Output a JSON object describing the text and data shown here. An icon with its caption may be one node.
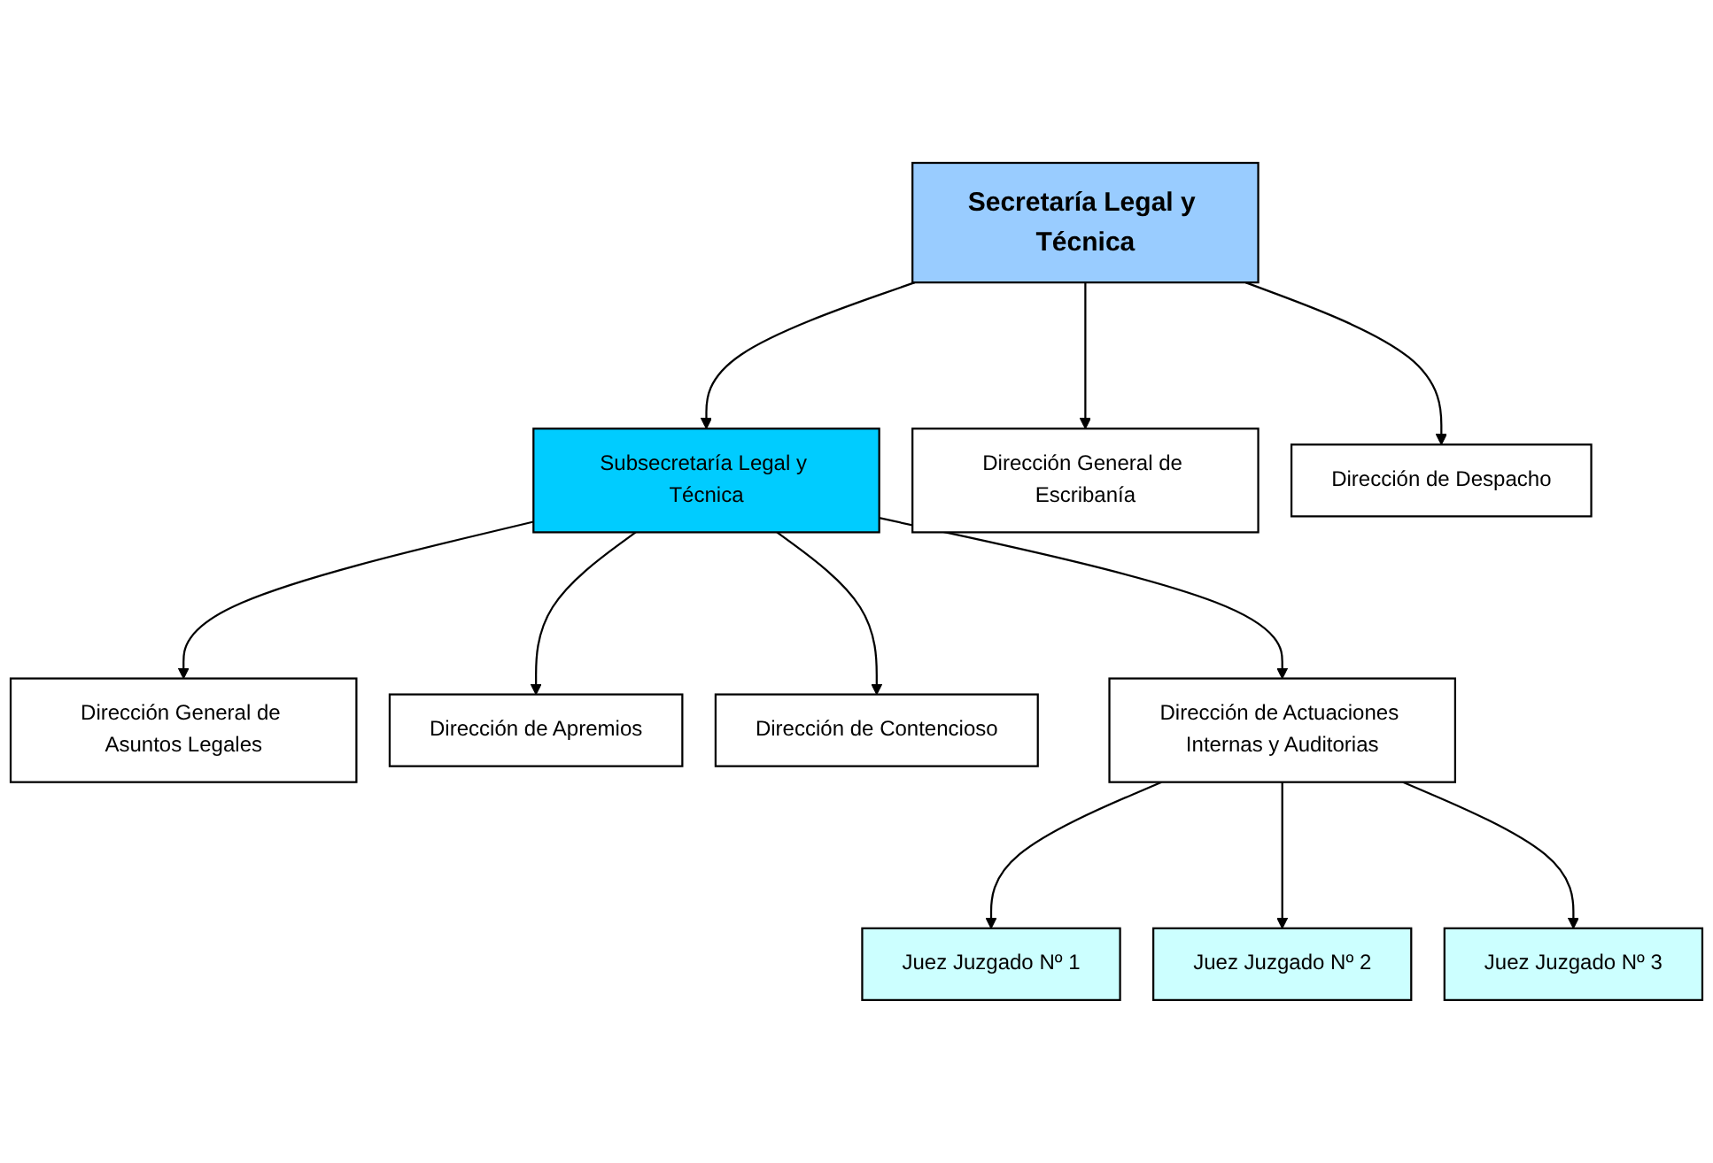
{
  "diagram": {
    "nodes": [
      {
        "text": [
          "Secretaría Legal y Técnica"
        ]
      },
      {
        "text": [
          "Subsecretaría Legal y Técnica"
        ]
      },
      {
        "text": [
          "Dirección General de Escribanía"
        ]
      },
      {
        "text": [
          "Dirección de Despacho"
        ]
      },
      {
        "text": [
          "Dirección General de Asuntos Legales"
        ]
      },
      {
        "text": [
          "Dirección de Apremios"
        ]
      },
      {
        "text": [
          "Dirección de Contencioso"
        ]
      },
      {
        "text": [
          "Dirección de Actuaciones Internas y Auditorias"
        ]
      },
      {
        "text": [
          "Juez Juzgado Nº 1"
        ]
      },
      {
        "text": [
          "Juez Juzgado Nº 2"
        ]
      },
      {
        "text": [
          "Juez Juzgado Nº 3"
        ]
      }
    ],
    "edges": [
      {
        "from": 0,
        "to": 1,
        "arrow": "to"
      },
      {
        "from": 0,
        "to": 2,
        "arrow": "to"
      },
      {
        "from": 0,
        "to": 3,
        "arrow": "to"
      },
      {
        "from": 1,
        "to": 4,
        "arrow": "to"
      },
      {
        "from": 1,
        "to": 5,
        "arrow": "to"
      },
      {
        "from": 1,
        "to": 6,
        "arrow": "to"
      },
      {
        "from": 1,
        "to": 7,
        "arrow": "to"
      },
      {
        "from": 7,
        "to": 8,
        "arrow": "to"
      },
      {
        "from": 7,
        "to": 9,
        "arrow": "to"
      },
      {
        "from": 7,
        "to": 10,
        "arrow": "to"
      }
    ]
  }
}
